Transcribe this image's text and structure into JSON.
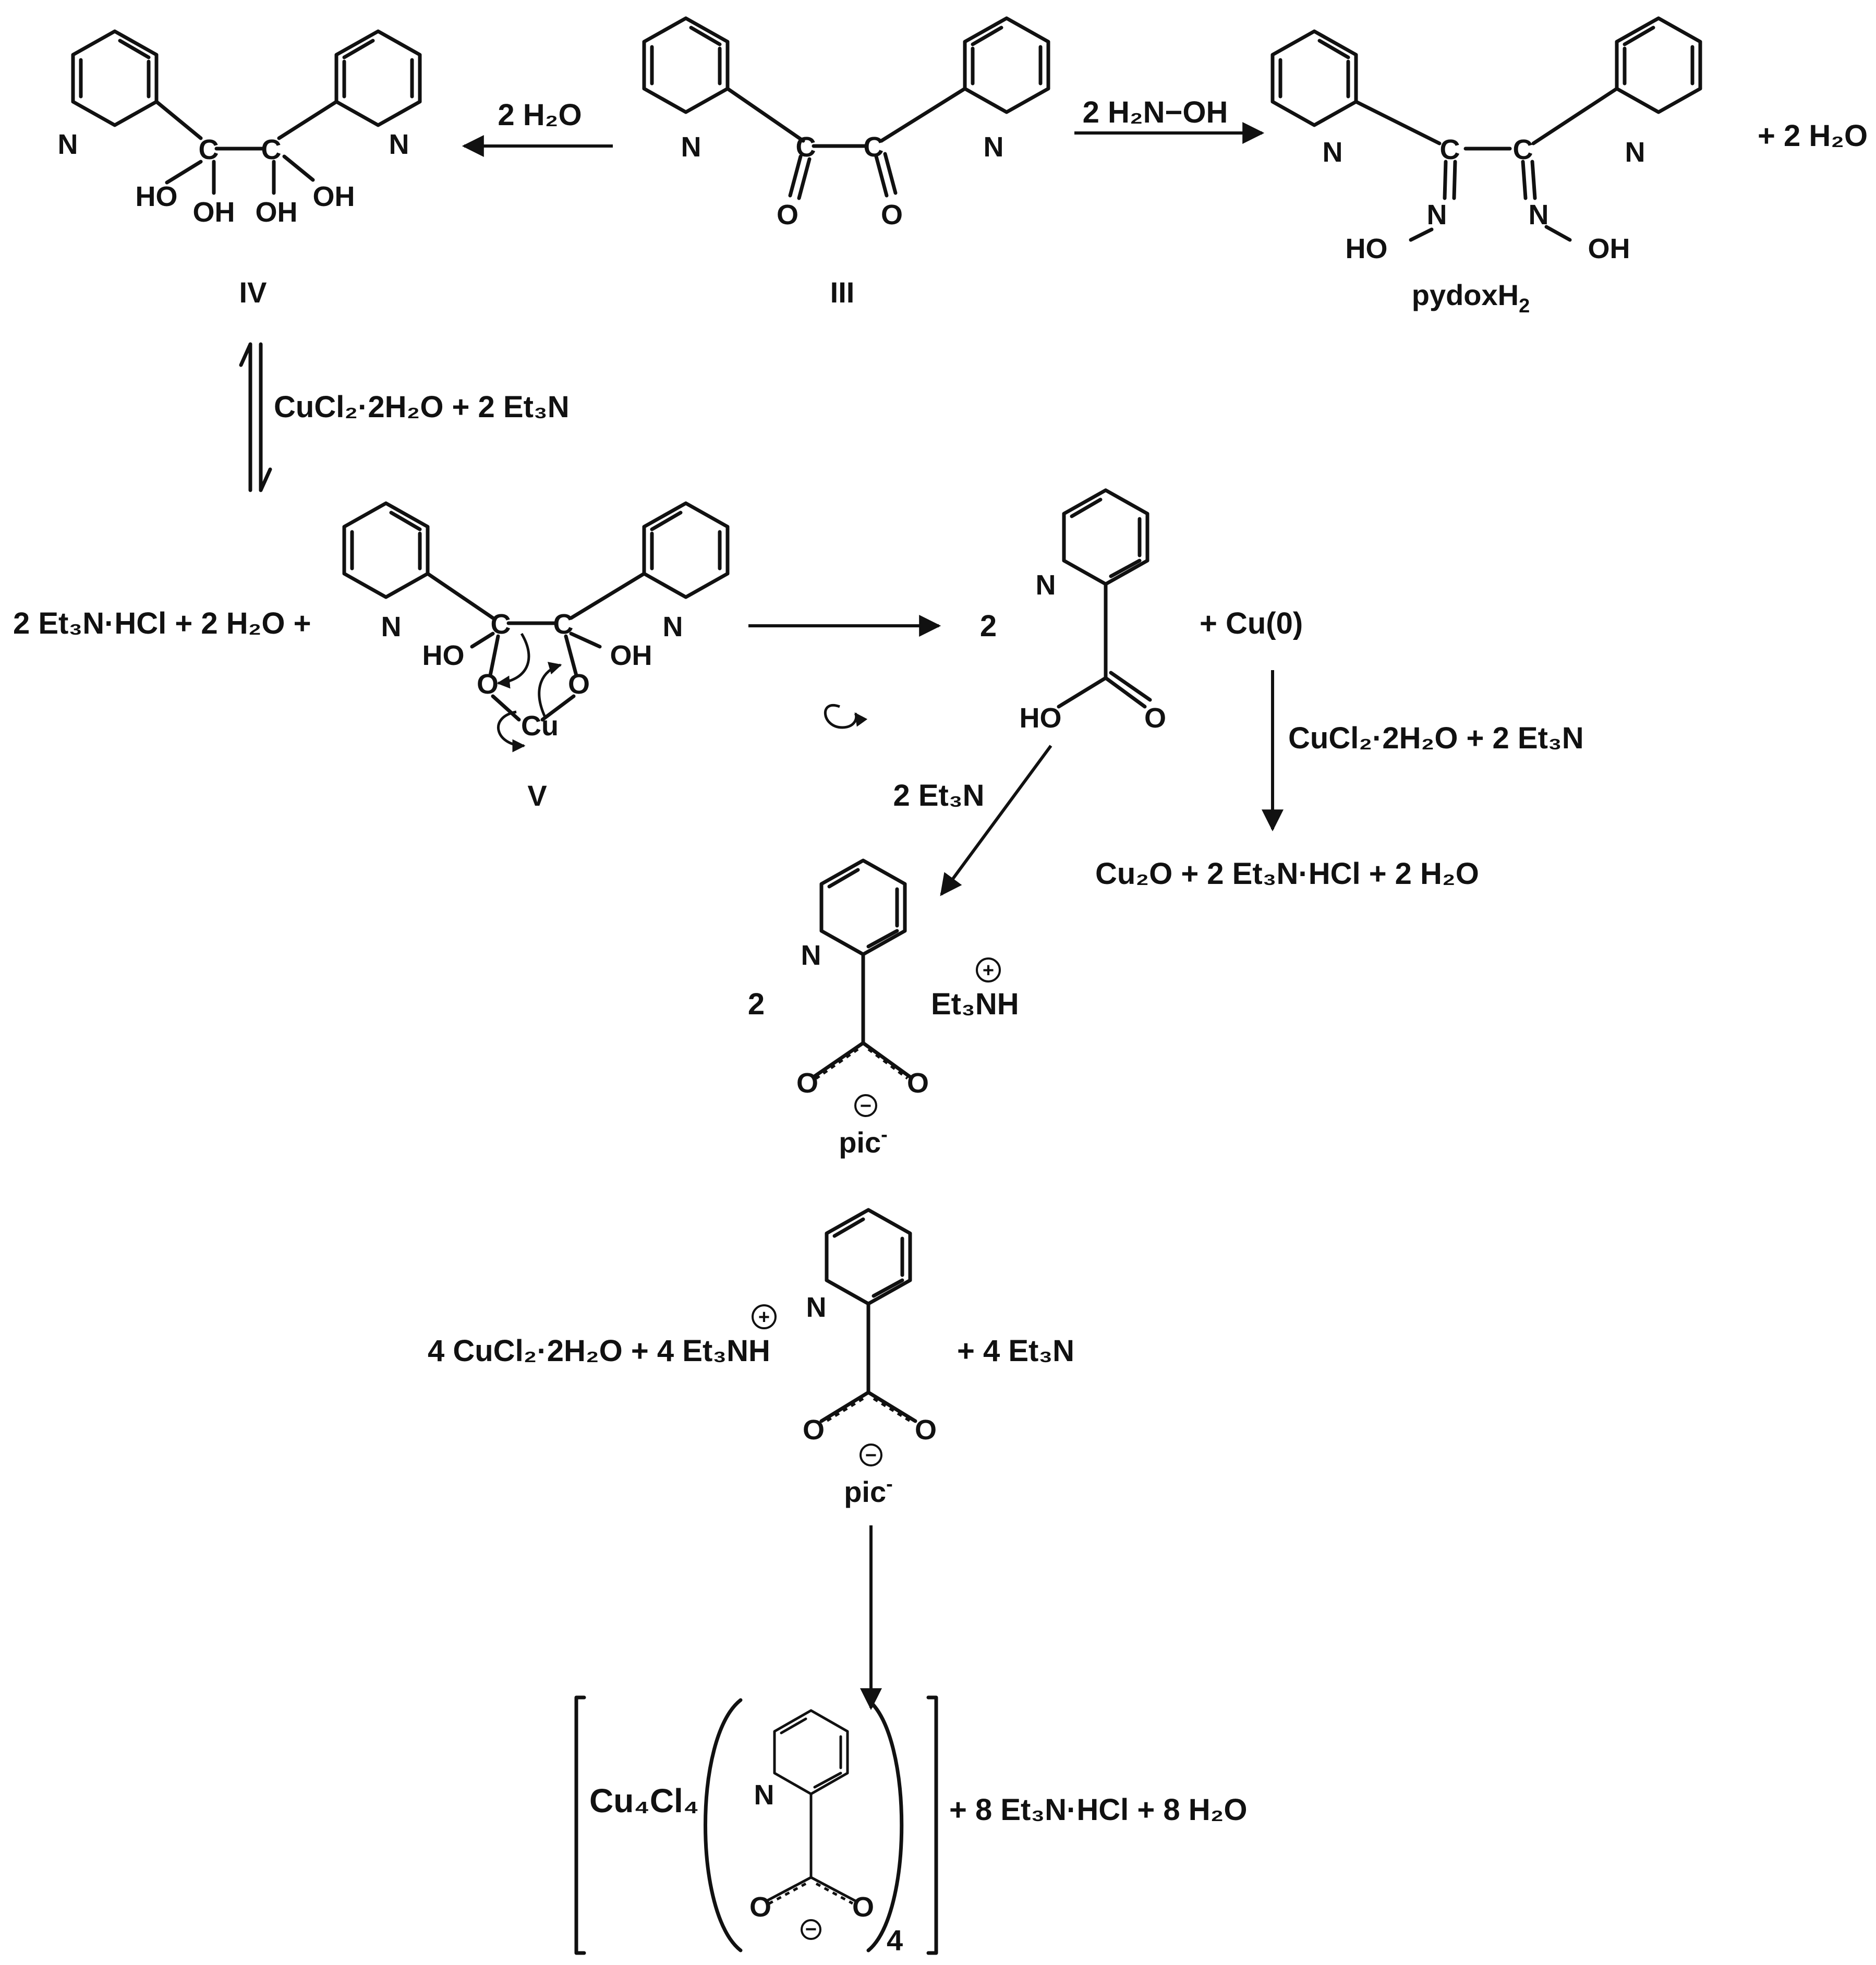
{
  "compounds": {
    "III": "III",
    "IV": "IV",
    "V": "V",
    "pydoxH2": "pydoxH",
    "pydoxH2_sub": "2",
    "pic1": "pic",
    "pic2": "pic",
    "pic_sup": "-"
  },
  "atoms": {
    "N": "N",
    "C": "C",
    "O": "O",
    "HO": "HO",
    "OH": "OH",
    "Cu": "Cu"
  },
  "reactions": {
    "r1_reagent": "2 H₂O",
    "r2_reagent": "2 H₂N−OH",
    "r2_coproduct": "+ 2 H₂O",
    "r3_reagent": "CuCl₂·2H₂O + 2 Et₃N",
    "r4_left": "2 Et₃N·HCl + 2 H₂O +",
    "r4_coefficient": "2",
    "r4_cu0": "+ Cu(0)",
    "r5_reagent": "CuCl₂·2H₂O + 2 Et₃N",
    "r5_products": "Cu₂O + 2 Et₃N·HCl + 2 H₂O",
    "r6_reagent": "2 Et₃N",
    "r6_coefficient": "2",
    "cation": "Et₃NH",
    "r7_left": "4 CuCl₂·2H₂O  +  4 Et₃NH",
    "r7_right": "+  4 Et₃N",
    "final_core": "Cu₄Cl₄",
    "final_index": "4",
    "final_coproducts": "+ 8 Et₃N·HCl + 8 H₂O"
  },
  "charges": {
    "plus": "+",
    "minus": "−"
  }
}
